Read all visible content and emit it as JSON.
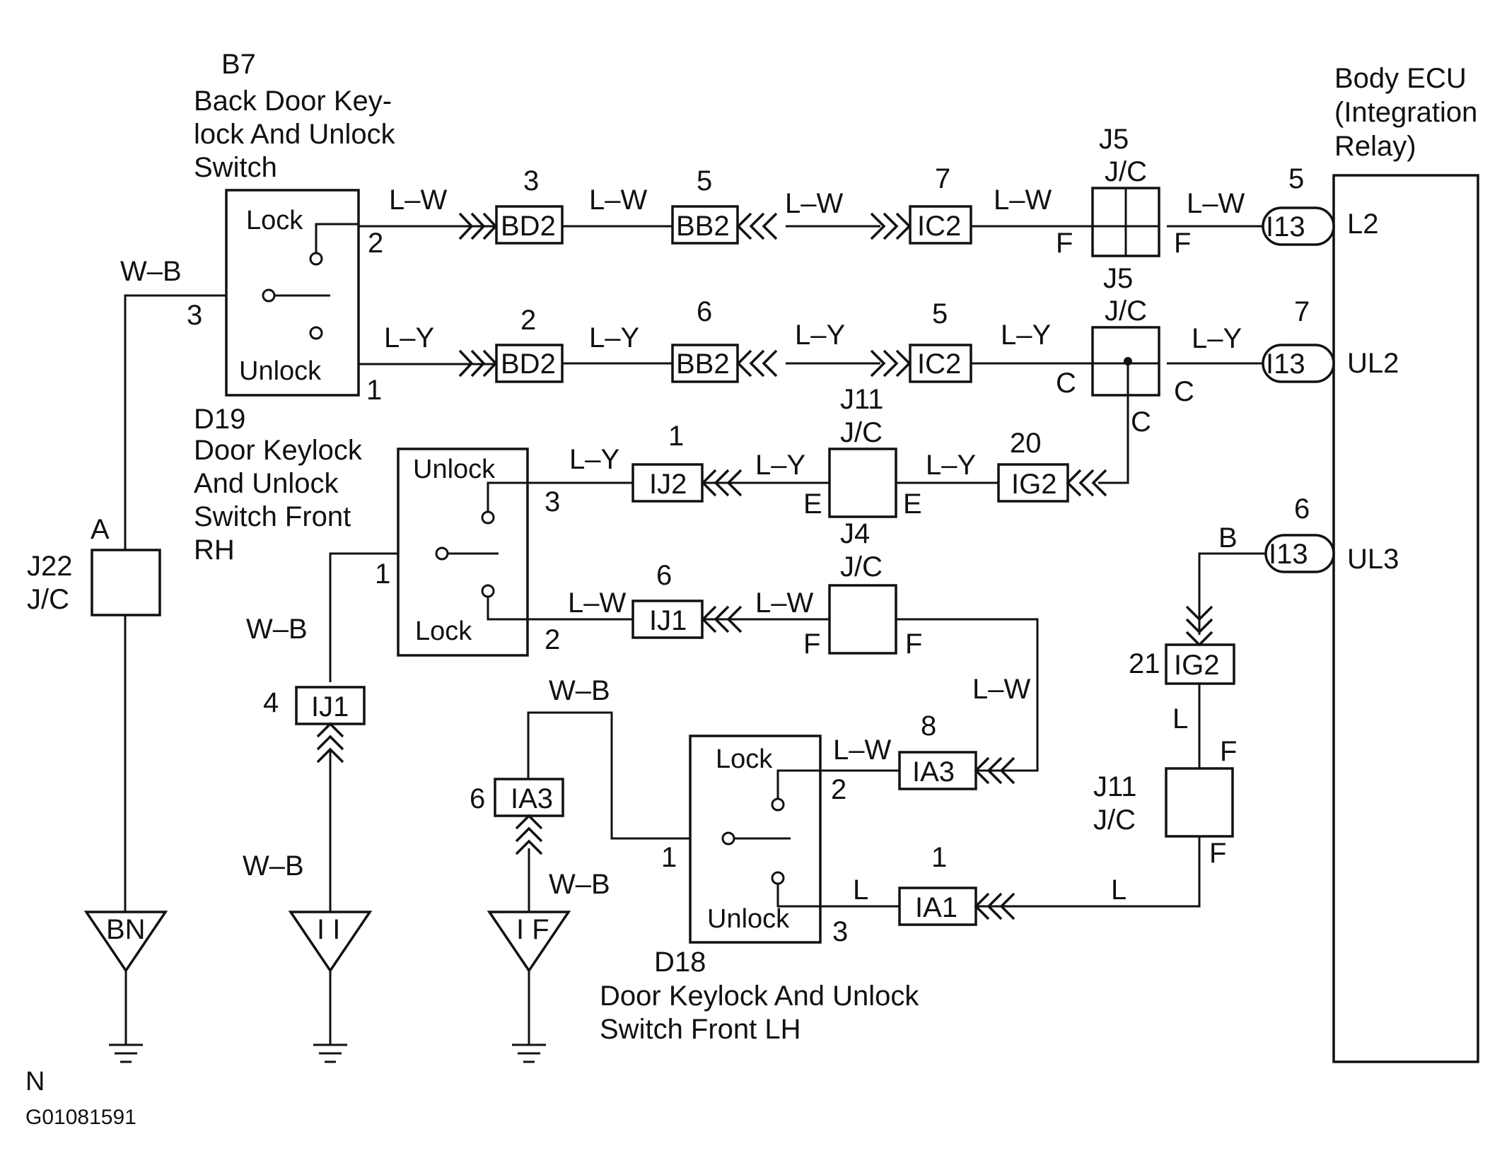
{
  "components": {
    "b7": {
      "id": "B7",
      "name": [
        "Back Door Key-",
        "lock And Unlock",
        "Switch"
      ]
    },
    "d19": {
      "id": "D19",
      "name": [
        "Door Keylock",
        "And Unlock",
        "Switch Front",
        "RH"
      ]
    },
    "d18": {
      "id": "D18",
      "name": [
        "Door Keylock And Unlock",
        "Switch Front LH"
      ]
    },
    "ecu": {
      "name": [
        "Body ECU",
        "(Integration",
        "Relay)"
      ]
    }
  },
  "switch_labels": {
    "lock": "Lock",
    "unlock": "Unlock"
  },
  "junctions": {
    "j5": {
      "name": "J5",
      "type": "J/C"
    },
    "j11": {
      "name": "J11",
      "type": "J/C"
    },
    "j4": {
      "name": "J4",
      "type": "J/C"
    },
    "j22": {
      "name": "J22",
      "type": "J/C",
      "pin": "A"
    }
  },
  "connectors": {
    "bd2": "BD2",
    "bb2": "BB2",
    "ic2": "IC2",
    "i13": "I13",
    "ij2": "IJ2",
    "ij1": "IJ1",
    "ig2": "IG2",
    "ia3": "IA3",
    "ia1": "IA1"
  },
  "ecu_terminals": {
    "l2": "L2",
    "ul2": "UL2",
    "ul3": "UL3"
  },
  "grounds": {
    "bn": "BN",
    "ii": "I I",
    "if": "I F"
  },
  "wire_colors": {
    "lw": "L–W",
    "ly": "L–Y",
    "wb": "W–B",
    "b": "B",
    "l": "L"
  },
  "pins": {
    "p1": "1",
    "p2": "2",
    "p3": "3",
    "p4": "4",
    "p5": "5",
    "p6": "6",
    "p7": "7",
    "p8": "8",
    "p20": "20",
    "p21": "21",
    "a": "A",
    "c": "C",
    "e": "E",
    "f": "F"
  },
  "footer": {
    "page_letter": "N",
    "figure_id": "G01081591"
  }
}
